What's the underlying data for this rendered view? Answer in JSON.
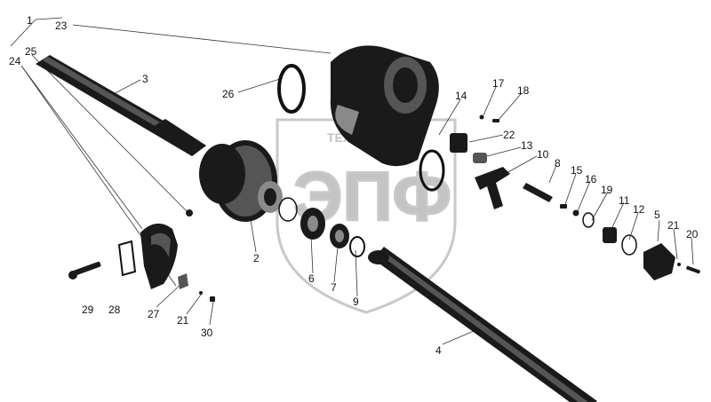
{
  "watermark": {
    "brand_small": "ТЕХМА",
    "brand_large": "ЭПФ"
  },
  "labels": [
    {
      "id": "1",
      "text": "1"
    },
    {
      "id": "2",
      "text": "2"
    },
    {
      "id": "3",
      "text": "3"
    },
    {
      "id": "4",
      "text": "4"
    },
    {
      "id": "5",
      "text": "5"
    },
    {
      "id": "6",
      "text": "6"
    },
    {
      "id": "7",
      "text": "7"
    },
    {
      "id": "8",
      "text": "8"
    },
    {
      "id": "9",
      "text": "9"
    },
    {
      "id": "10",
      "text": "10"
    },
    {
      "id": "11",
      "text": "11"
    },
    {
      "id": "12",
      "text": "12"
    },
    {
      "id": "13",
      "text": "13"
    },
    {
      "id": "14",
      "text": "14"
    },
    {
      "id": "15",
      "text": "15"
    },
    {
      "id": "16",
      "text": "16"
    },
    {
      "id": "17",
      "text": "17"
    },
    {
      "id": "18",
      "text": "18"
    },
    {
      "id": "19",
      "text": "19"
    },
    {
      "id": "20",
      "text": "20"
    },
    {
      "id": "21a",
      "text": "21"
    },
    {
      "id": "21b",
      "text": "21"
    },
    {
      "id": "22",
      "text": "22"
    },
    {
      "id": "23",
      "text": "23"
    },
    {
      "id": "24",
      "text": "24"
    },
    {
      "id": "25",
      "text": "25"
    },
    {
      "id": "26",
      "text": "26"
    },
    {
      "id": "27",
      "text": "27"
    },
    {
      "id": "28",
      "text": "28"
    },
    {
      "id": "29",
      "text": "29"
    },
    {
      "id": "30",
      "text": "30"
    }
  ]
}
